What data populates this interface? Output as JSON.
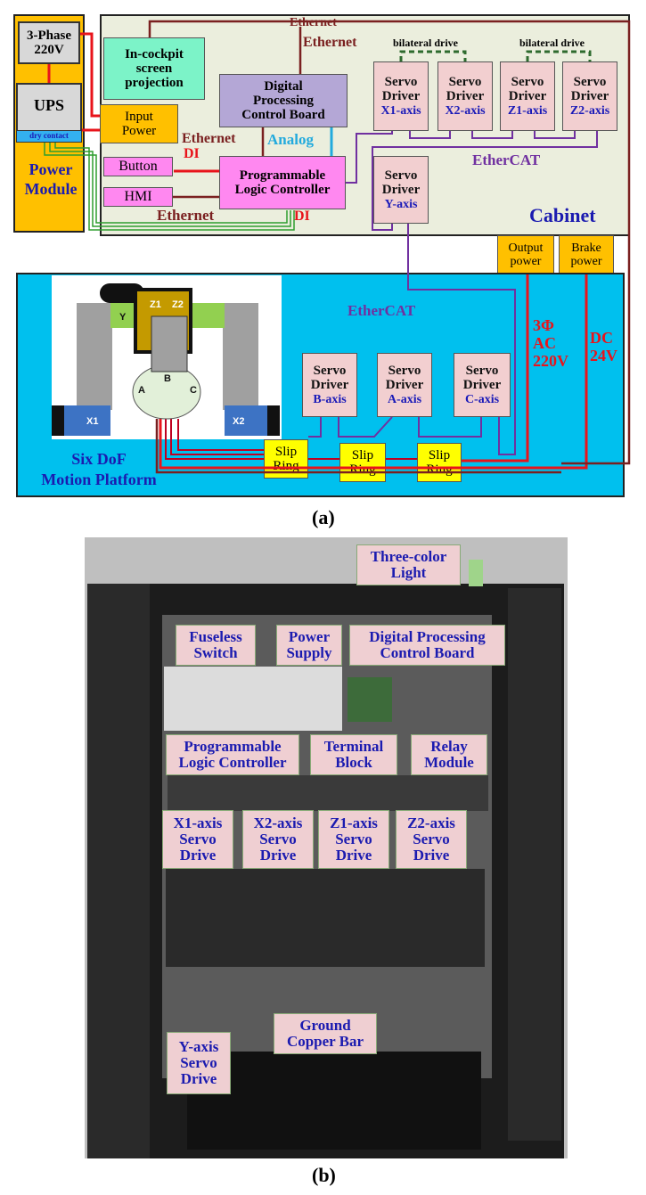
{
  "diagram_a": {
    "power_module": {
      "phase": "3-Phase\n220V",
      "ups": "UPS",
      "dry_contact": "dry contact",
      "title": "Power\nModule"
    },
    "cabinet": {
      "title": "Cabinet",
      "cockpit": "In-cockpit\nscreen\nprojection",
      "input_power": "Input\nPower",
      "dpcb": "Digital\nProcessing\nControl Board",
      "button": "Button",
      "hmi": "HMI",
      "plc": "Programmable\nLogic Controller",
      "bilateral_drive": "bilateral drive",
      "servo_word": "Servo\nDriver",
      "servo_axes_top": [
        "X1-axis",
        "X2-axis",
        "Z1-axis",
        "Z2-axis"
      ],
      "servo_axis_y": "Y-axis",
      "output_power": "Output\npower",
      "brake_power": "Brake\npower"
    },
    "labels": {
      "ethernet": "Ethernet",
      "analog": "Analog",
      "di": "DI",
      "ethercat": "EtherCAT",
      "ac": "3Φ\nAC\n220V",
      "dc": "DC\n24V"
    },
    "platform": {
      "title": "Six DoF\nMotion Platform",
      "servo_axes": [
        "B-axis",
        "A-axis",
        "C-axis"
      ],
      "slip_ring": "Slip\nRing",
      "model_labels": [
        "Z1",
        "Z2",
        "Y",
        "A",
        "B",
        "C",
        "X1",
        "X2"
      ]
    },
    "caption": "(a)"
  },
  "photo_b": {
    "labels": [
      "Three-color\nLight",
      "Fuseless\nSwitch",
      "Power\nSupply",
      "Digital Processing\nControl Board",
      "Programmable\nLogic Controller",
      "Terminal\nBlock",
      "Relay\nModule",
      "X1-axis\nServo\nDrive",
      "X2-axis\nServo\nDrive",
      "Z1-axis\nServo\nDrive",
      "Z2-axis\nServo\nDrive",
      "Ground\nCopper Bar",
      "Y-axis\nServo\nDrive"
    ],
    "caption": "(b)"
  },
  "colors": {
    "power_module": "#ffc000",
    "cabinet": "#ebeedd",
    "platform": "#00c0ee",
    "cockpit": "#7cf3c8",
    "input_power": "#ffc000",
    "dpcb": "#b4a7d6",
    "plc": "#ff88f0",
    "servo": "#f2cfd0",
    "ethernet": "#7a2020",
    "ethercat": "#7030a0",
    "power_line": "#e8141b",
    "analog": "#22aadd",
    "di_green": "#2e9e2e",
    "label_blue": "#1b1bb0"
  }
}
